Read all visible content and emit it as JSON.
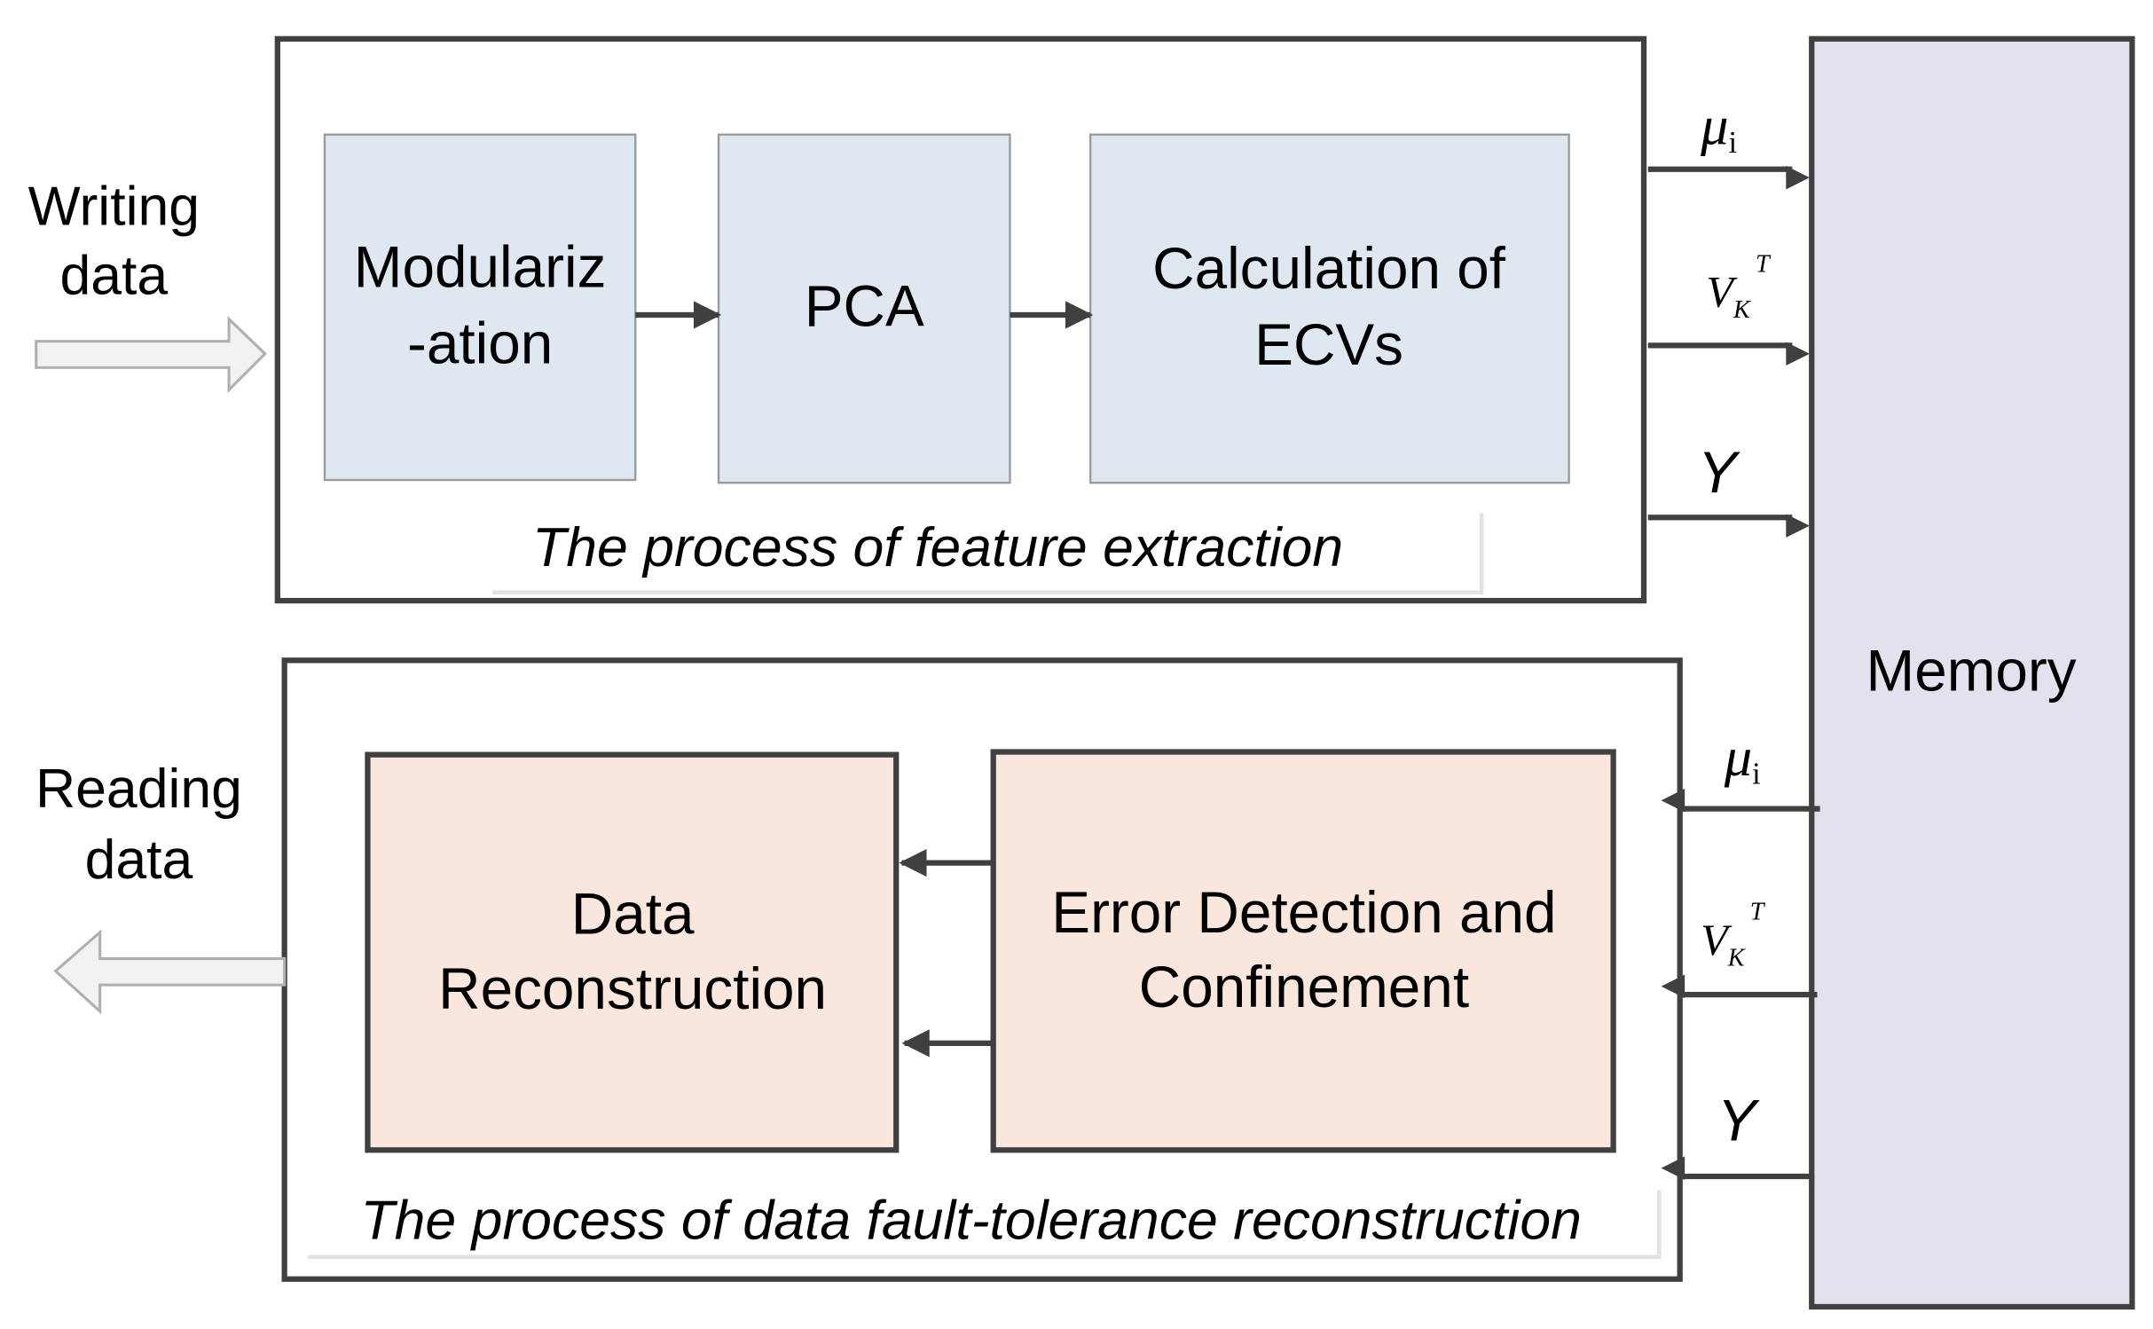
{
  "inputs": {
    "writing": [
      "Writing",
      "data"
    ],
    "reading": [
      "Reading",
      "data"
    ]
  },
  "feature_extraction": {
    "caption": "The process of feature extraction",
    "blocks": [
      {
        "lines": [
          "Modulariz",
          "-ation"
        ]
      },
      {
        "lines": [
          "PCA"
        ]
      },
      {
        "lines": [
          "Calculation of",
          "ECVs"
        ]
      }
    ]
  },
  "reconstruction": {
    "caption": "The process of data fault-tolerance reconstruction",
    "blocks": [
      {
        "lines": [
          "Data",
          "Reconstruction"
        ]
      },
      {
        "lines": [
          "Error Detection and",
          "Confinement"
        ]
      }
    ]
  },
  "memory": {
    "label": "Memory"
  },
  "signals": {
    "mu": "μ",
    "mu_sub": "i",
    "v": "V",
    "v_sub": "K",
    "v_sup": "T",
    "y": "Y"
  },
  "colors": {
    "feature_block": "#dfe8f1",
    "reconstruction_block": "#f9e6dc",
    "memory": "#e3e1ed",
    "stroke": "#404040"
  }
}
